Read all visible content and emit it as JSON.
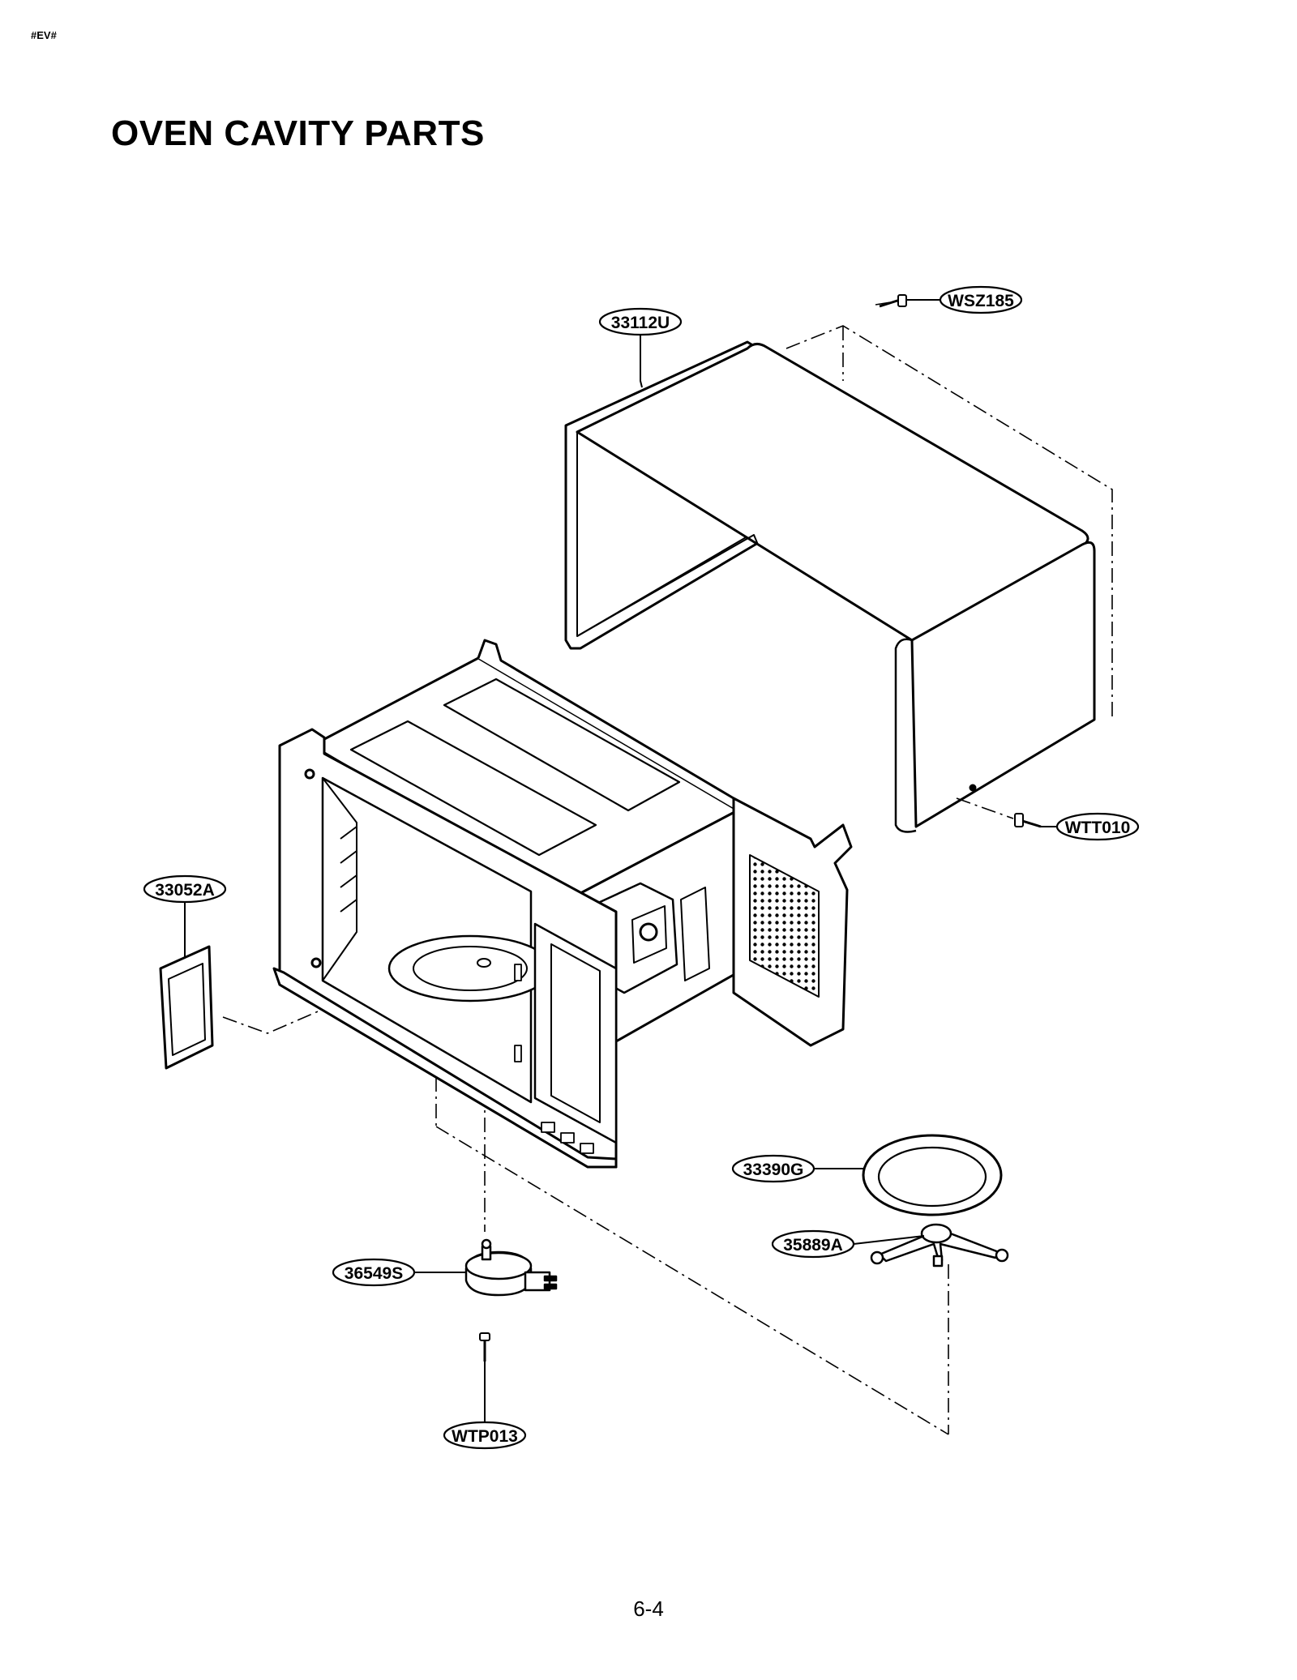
{
  "header": {
    "mark": "#EV#"
  },
  "title": "OVEN CAVITY PARTS",
  "page_number": "6-4",
  "callouts": {
    "wsz185": "WSZ185",
    "p33112u": "33112U",
    "wtt010": "WTT010",
    "p33052a": "33052A",
    "p33390g": "33390G",
    "p35889a": "35889A",
    "p36549s": "36549S",
    "wtp013": "WTP013"
  }
}
